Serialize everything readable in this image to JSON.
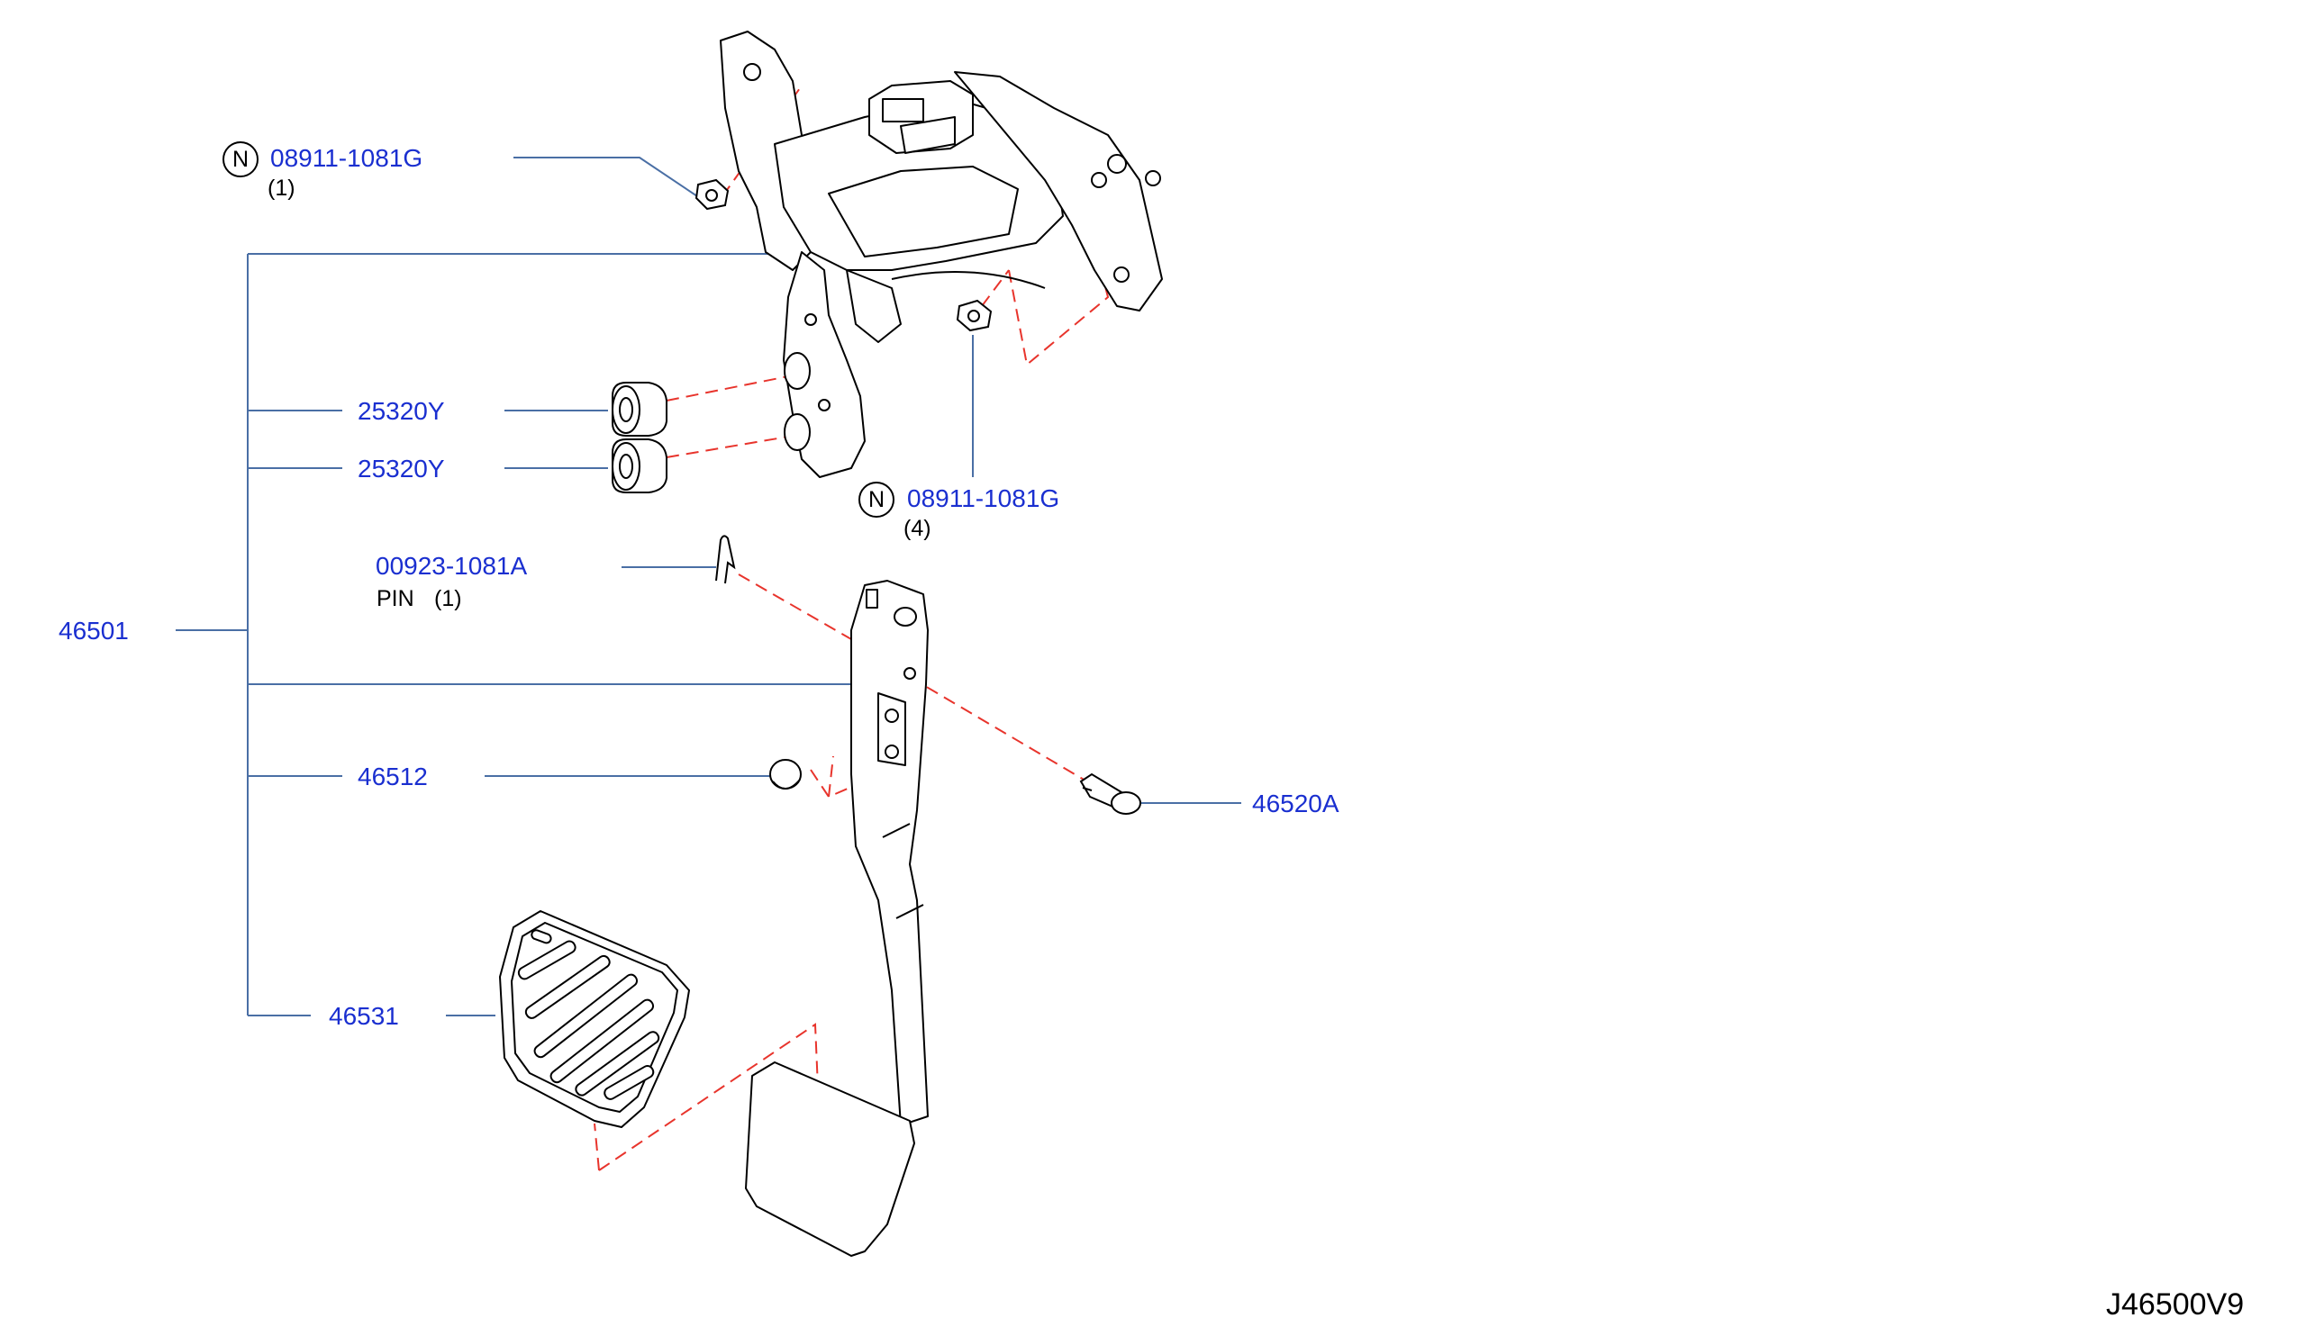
{
  "nut_marker": "N",
  "labels": {
    "nut_top": {
      "part": "08911-1081G",
      "qty": "(1)"
    },
    "stopper_1": {
      "part": "25320Y"
    },
    "stopper_2": {
      "part": "25320Y"
    },
    "nut_mid": {
      "part": "08911-1081G",
      "qty": "(4)"
    },
    "pin": {
      "part": "00923-1081A",
      "desc": "PIN",
      "qty": "(1)"
    },
    "pedal_assy": {
      "part": "46501"
    },
    "bushing": {
      "part": "46512"
    },
    "clevis_pin": {
      "part": "46520A"
    },
    "pedal_pad": {
      "part": "46531"
    }
  },
  "diagram_code": "J46500V9",
  "colors": {
    "label": "#1a2fd0",
    "leader": "#4a6fa5",
    "dash": "#e8342c",
    "outline": "#000000"
  }
}
